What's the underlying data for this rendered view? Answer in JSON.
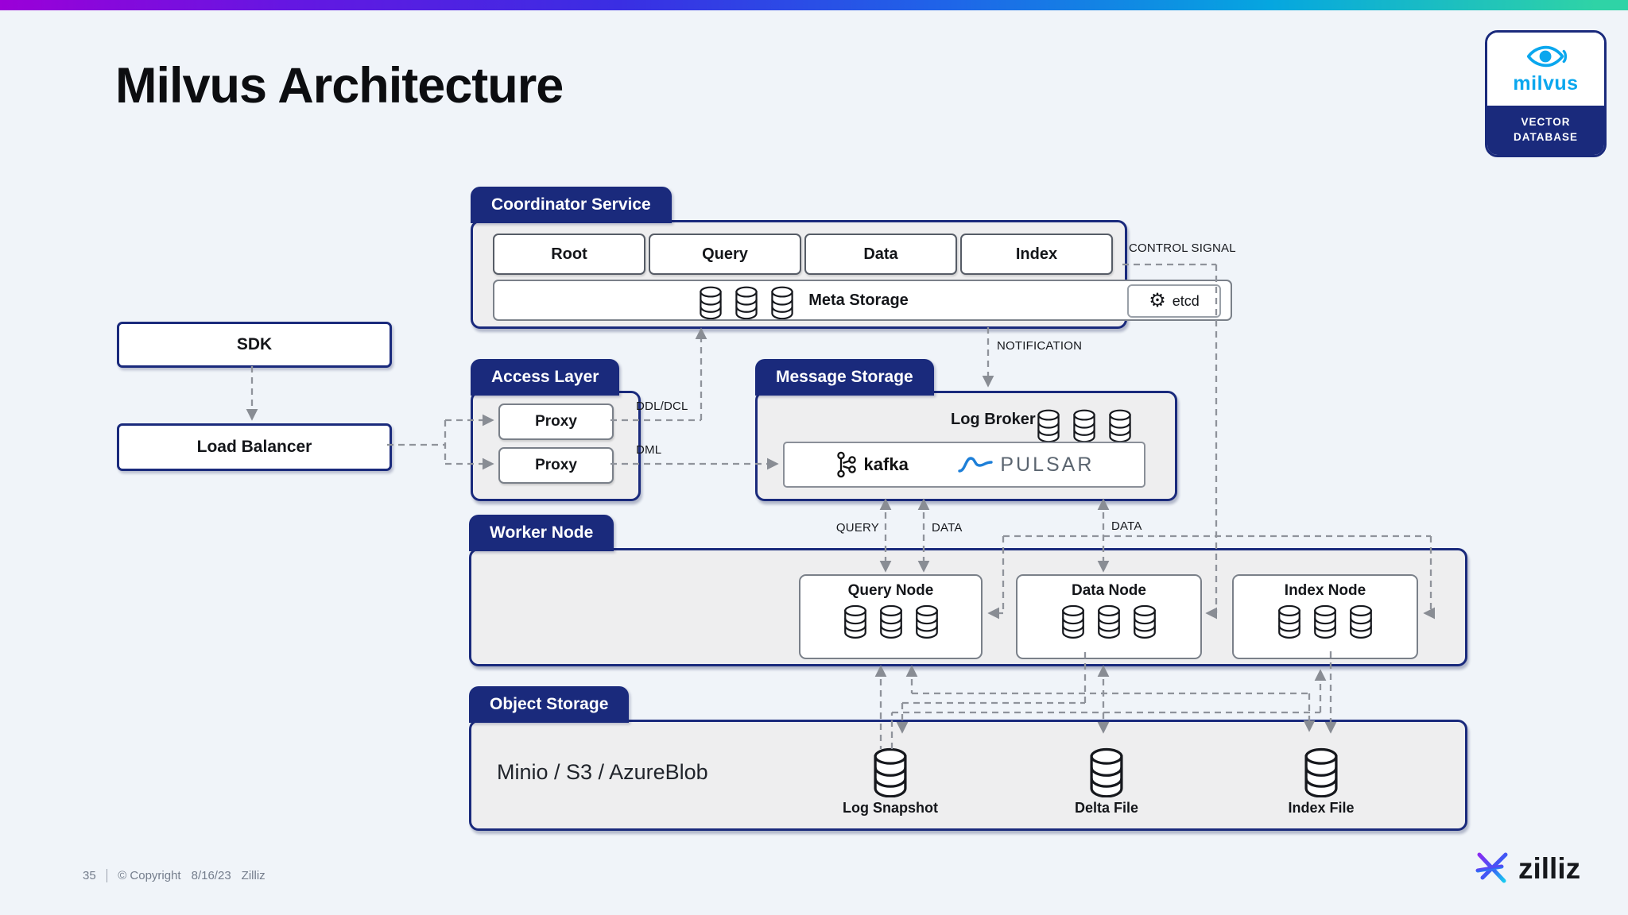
{
  "slide": {
    "title": "Milvus Architecture",
    "footer": {
      "page_number": "35",
      "copyright": "© Copyright",
      "date": "8/16/23",
      "company": "Zilliz"
    }
  },
  "branding": {
    "milvus_badge": {
      "wordmark": "milvus",
      "tagline_line1": "VECTOR",
      "tagline_line2": "DATABASE"
    },
    "zilliz": {
      "wordmark": "zilliz"
    }
  },
  "coordinator_service": {
    "title": "Coordinator Service",
    "coordinators": [
      "Root",
      "Query",
      "Data",
      "Index"
    ],
    "meta_storage_label": "Meta Storage",
    "etcd_label": "etcd"
  },
  "client_layer": {
    "sdk_label": "SDK",
    "load_balancer_label": "Load Balancer"
  },
  "access_layer": {
    "title": "Access Layer",
    "proxy1_label": "Proxy",
    "proxy2_label": "Proxy"
  },
  "message_storage": {
    "title": "Message Storage",
    "log_broker_label": "Log Broker",
    "kafka_label": "kafka",
    "pulsar_label": "PULSAR"
  },
  "worker_node": {
    "title": "Worker Node",
    "nodes": [
      "Query Node",
      "Data Node",
      "Index Node"
    ]
  },
  "object_storage": {
    "title": "Object Storage",
    "providers_label": "Minio / S3 / AzureBlob",
    "artifacts": [
      "Log Snapshot",
      "Delta File",
      "Index File"
    ]
  },
  "edge_labels": {
    "control_signal": "CONTROL SIGNAL",
    "notification": "NOTIFICATION",
    "ddl_dcl": "DDL/DCL",
    "dml": "DML",
    "query": "QUERY",
    "data_left": "DATA",
    "data_right": "DATA"
  },
  "colors": {
    "navy": "#1a2a7c",
    "panel_gray": "#eeeeef",
    "accent_cyan": "#0aa7ee",
    "dashed_line": "#8f939b",
    "background": "#f0f4f9",
    "top_bar_gradient": [
      "#9b00d8",
      "#3a2ee3",
      "#1f64e8",
      "#05a6e0",
      "#2fd3a6"
    ]
  }
}
